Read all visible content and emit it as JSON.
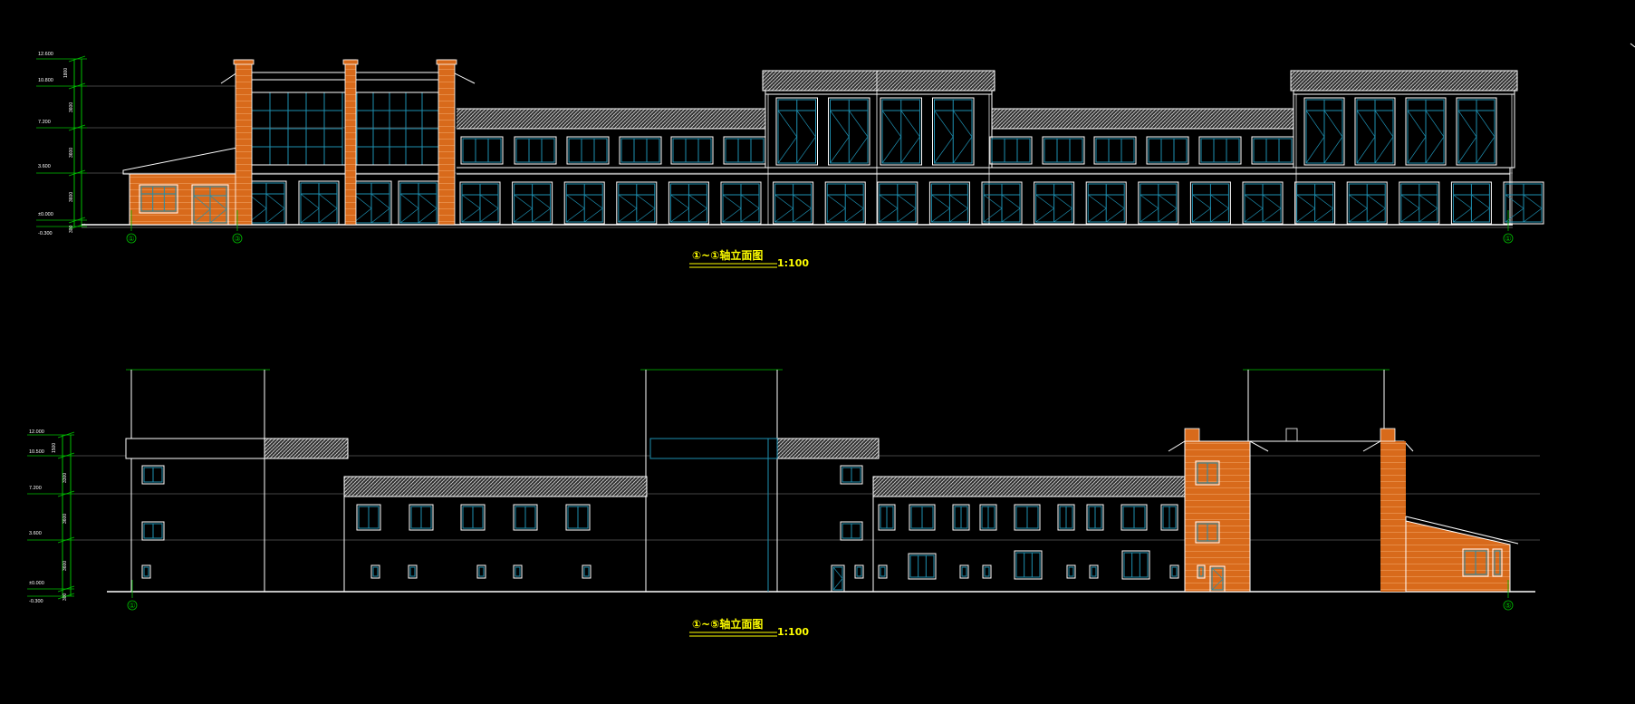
{
  "elevations": [
    {
      "title": "①~①轴立面图",
      "scale": "1:100",
      "level_labels": [
        "12.600",
        "10.800",
        "7.200",
        "3.600",
        "±0.000",
        "-0.300"
      ],
      "dim_labels": [
        "1800",
        "3600",
        "3600",
        "3600",
        "300"
      ],
      "axis_labels": [
        "①",
        "③",
        "①"
      ]
    },
    {
      "title": "①~⑤轴立面图",
      "scale": "1:100",
      "level_labels": [
        "12.000",
        "10.500",
        "7.200",
        "3.600",
        "±0.000",
        "-0.300"
      ],
      "dim_labels": [
        "1500",
        "3300",
        "3600",
        "3600",
        "300"
      ],
      "axis_labels": [
        "①",
        "⑤"
      ]
    }
  ],
  "colors": {
    "background": "#000000",
    "line": "#ffffff",
    "window": "#1e8fb0",
    "brick": "#d86a1b",
    "dimension": "#00c000",
    "title": "#ffff00",
    "roof_tile": "#bfbfbf"
  }
}
